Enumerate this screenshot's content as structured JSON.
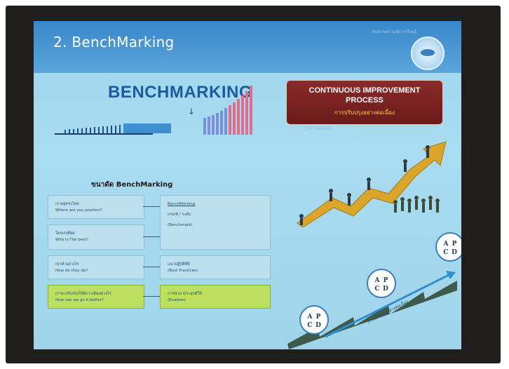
{
  "slide": {
    "title": "2. BenchMarking",
    "header_sub": "ทบทวนความรู้การเรียนรู้",
    "benchmarking_heading": "BENCHMARKING",
    "arrow_glyph": "↓",
    "cip": {
      "line1": "CONTINUOUS IMPROVEMENT",
      "line2": "PROCESS",
      "thai": "การปรับปรุงอย่างต่อเนื่อง",
      "under_text": "CONTINUOUS"
    },
    "process_title": "ขนาดัด BenchMarking",
    "left_boxes": [
      {
        "line1": "เราอยู่ตรงไหน",
        "line2": "Where are you position?"
      },
      {
        "line1": "ใครเก่งที่สุด",
        "line2": "Who is The best?"
      },
      {
        "line1": "เขาทำอย่างไร",
        "line2": "How do they do?"
      },
      {
        "line1": "เราจะปรับปรุงให้ดีกว่าเดิมอย่างไร",
        "line2": "How can we go it better?"
      }
    ],
    "right_boxes": [
      {
        "line1": "BenchMarking",
        "line2": "เกณฑ์ / ระดับ",
        "line3": "(Benchmark)"
      },
      {
        "line1": "แนวปฏิบัติที่ดี",
        "line2": "(Best Practices)"
      },
      {
        "line1": "การนำมาประยุกต์ใช้",
        "line2": "(Enables)"
      }
    ],
    "pdca_letters": [
      "A",
      "P",
      "C",
      "D"
    ],
    "pdca_stair_label": "การปรับปรุงอย่างต่อเนื่อง"
  },
  "colors": {
    "frame": "#201e1c",
    "slide_bg": "#a9dcf0",
    "header": "#3a87c9",
    "heading_blue": "#1d5a9e",
    "cip_box": "#7a2020",
    "green_box": "#bde060"
  }
}
